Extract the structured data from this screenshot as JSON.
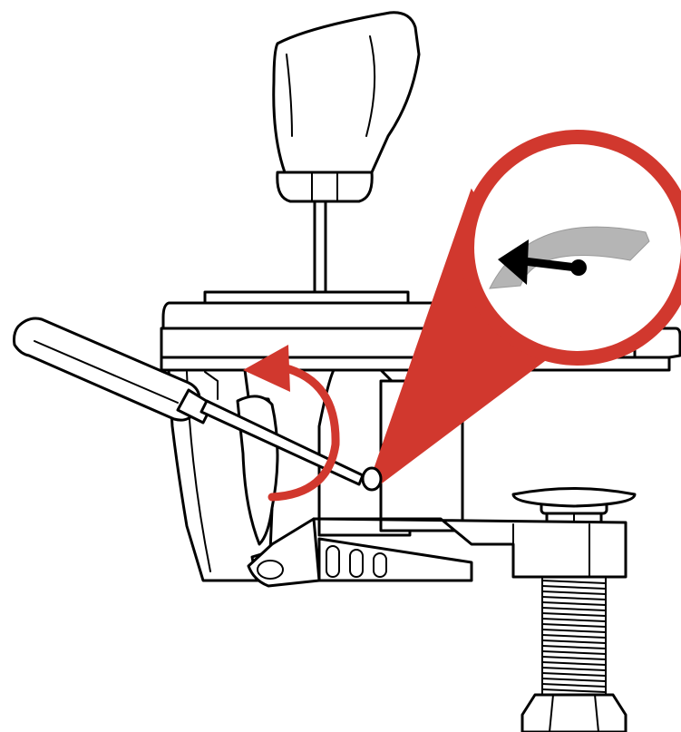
{
  "illustration": {
    "subject": "gear-shifter-mounted-with-desk-clamp",
    "tool": "screwdriver",
    "action": "rotate-counterclockwise",
    "accent_color": "#d1382e",
    "arc_color": "#b5b5b5",
    "line_color": "#000000",
    "background_color": "#ffffff",
    "icons": [
      "shift-knob-icon",
      "screwdriver-icon",
      "rotation-arrow-icon",
      "direction-arrow-icon",
      "clamp-screw-icon"
    ]
  }
}
